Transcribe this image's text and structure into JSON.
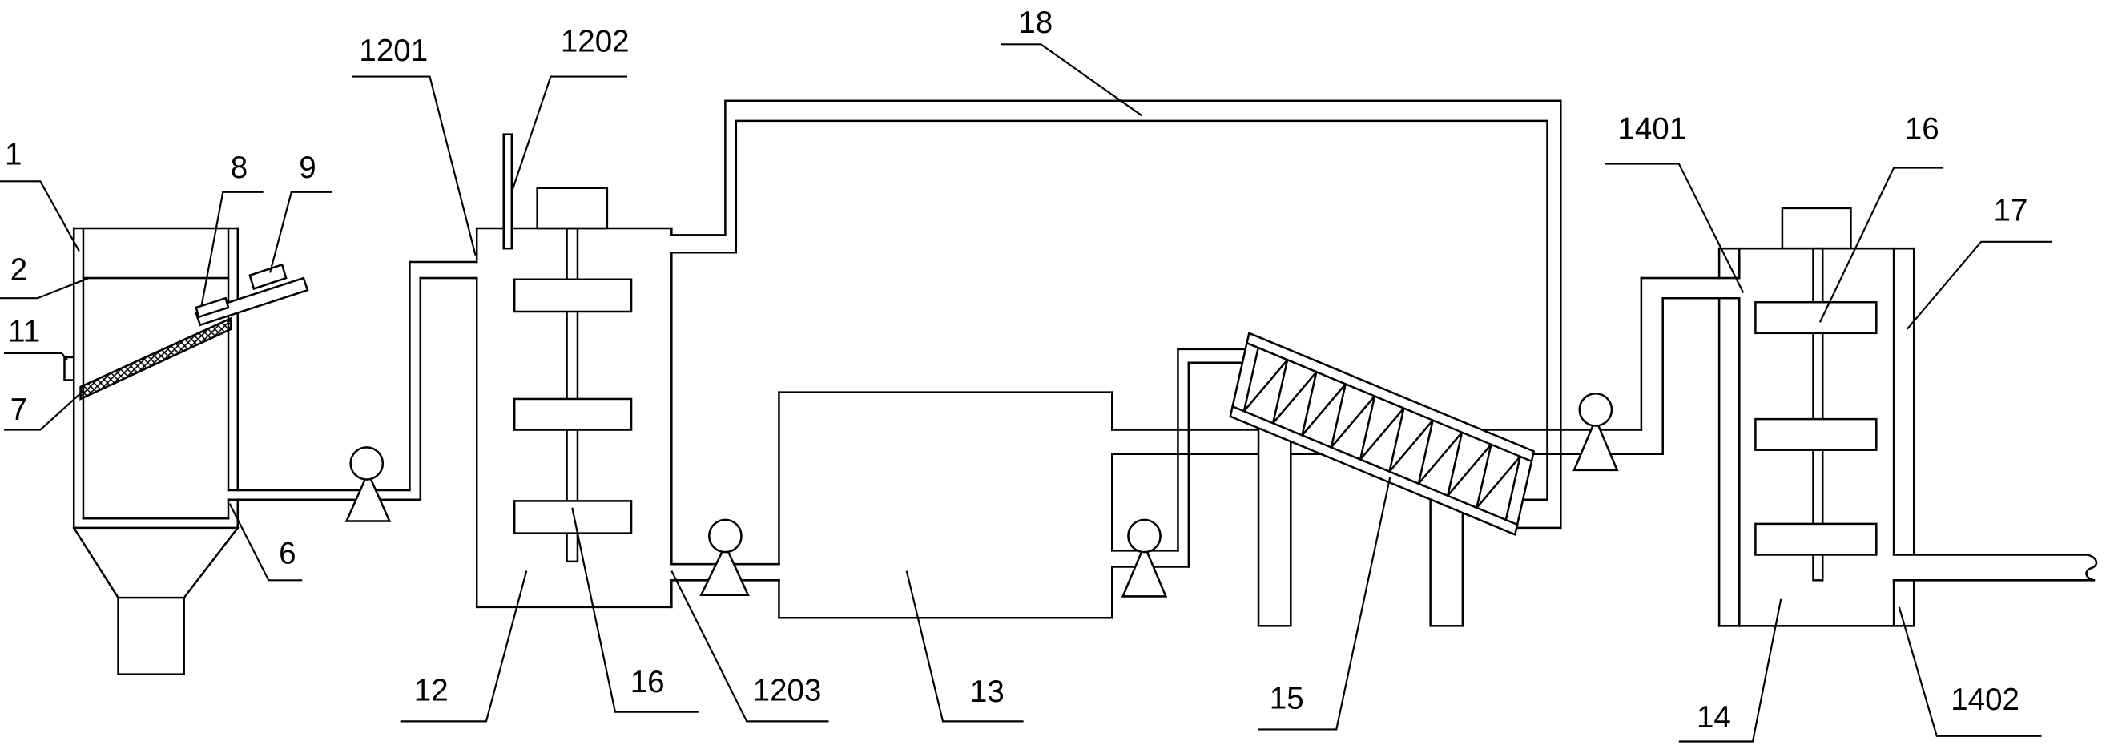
{
  "callouts": [
    "1",
    "2",
    "11",
    "7",
    "8",
    "9",
    "6",
    "1201",
    "1202",
    "12",
    "16",
    "1203",
    "13",
    "18",
    "15",
    "1401",
    "16",
    "17",
    "14",
    "1402"
  ],
  "colors": {
    "line": "#000000",
    "background": "#ffffff"
  }
}
